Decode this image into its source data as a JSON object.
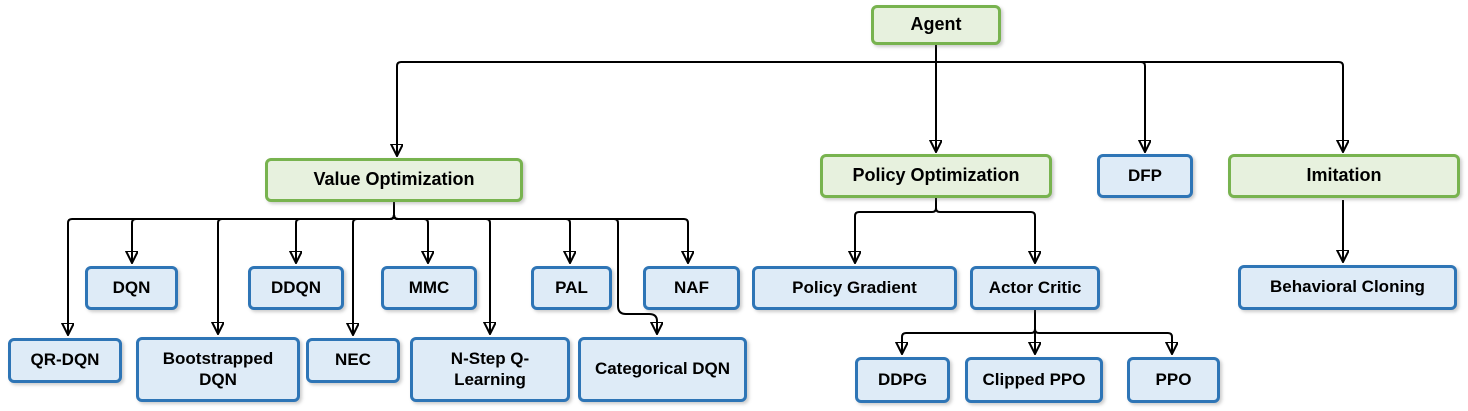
{
  "diagram": {
    "nodes": {
      "agent": {
        "label": "Agent",
        "type": "category"
      },
      "value_optimization": {
        "label": "Value Optimization",
        "type": "category"
      },
      "policy_optimization": {
        "label": "Policy Optimization",
        "type": "category"
      },
      "dfp": {
        "label": "DFP",
        "type": "algorithm"
      },
      "imitation": {
        "label": "Imitation",
        "type": "category"
      },
      "dqn": {
        "label": "DQN",
        "type": "algorithm"
      },
      "ddqn": {
        "label": "DDQN",
        "type": "algorithm"
      },
      "mmc": {
        "label": "MMC",
        "type": "algorithm"
      },
      "pal": {
        "label": "PAL",
        "type": "algorithm"
      },
      "naf": {
        "label": "NAF",
        "type": "algorithm"
      },
      "qr_dqn": {
        "label": "QR-DQN",
        "type": "algorithm"
      },
      "bootstrapped_dqn": {
        "label": "Bootstrapped DQN",
        "type": "algorithm"
      },
      "nec": {
        "label": "NEC",
        "type": "algorithm"
      },
      "n_step_q_learning": {
        "label": "N-Step Q-Learning",
        "type": "algorithm"
      },
      "categorical_dqn": {
        "label": "Categorical DQN",
        "type": "algorithm"
      },
      "policy_gradient": {
        "label": "Policy Gradient",
        "type": "algorithm"
      },
      "actor_critic": {
        "label": "Actor Critic",
        "type": "algorithm"
      },
      "ddpg": {
        "label": "DDPG",
        "type": "algorithm"
      },
      "clipped_ppo": {
        "label": "Clipped PPO",
        "type": "algorithm"
      },
      "ppo": {
        "label": "PPO",
        "type": "algorithm"
      },
      "behavioral_cloning": {
        "label": "Behavioral Cloning",
        "type": "algorithm"
      }
    },
    "edges": [
      [
        "agent",
        "value_optimization"
      ],
      [
        "agent",
        "policy_optimization"
      ],
      [
        "agent",
        "dfp"
      ],
      [
        "agent",
        "imitation"
      ],
      [
        "value_optimization",
        "qr_dqn"
      ],
      [
        "value_optimization",
        "dqn"
      ],
      [
        "value_optimization",
        "bootstrapped_dqn"
      ],
      [
        "value_optimization",
        "ddqn"
      ],
      [
        "value_optimization",
        "nec"
      ],
      [
        "value_optimization",
        "mmc"
      ],
      [
        "value_optimization",
        "n_step_q_learning"
      ],
      [
        "value_optimization",
        "pal"
      ],
      [
        "value_optimization",
        "categorical_dqn"
      ],
      [
        "value_optimization",
        "naf"
      ],
      [
        "policy_optimization",
        "policy_gradient"
      ],
      [
        "policy_optimization",
        "actor_critic"
      ],
      [
        "actor_critic",
        "ddpg"
      ],
      [
        "actor_critic",
        "clipped_ppo"
      ],
      [
        "actor_critic",
        "ppo"
      ],
      [
        "imitation",
        "behavioral_cloning"
      ]
    ],
    "colors": {
      "background": "#ffffff",
      "category_fill": "#E7F1DE",
      "category_border": "#78B34F",
      "algorithm_fill": "#DEEBF7",
      "algorithm_border": "#2E75B6",
      "connector": "#000000",
      "text": "#000000"
    }
  }
}
